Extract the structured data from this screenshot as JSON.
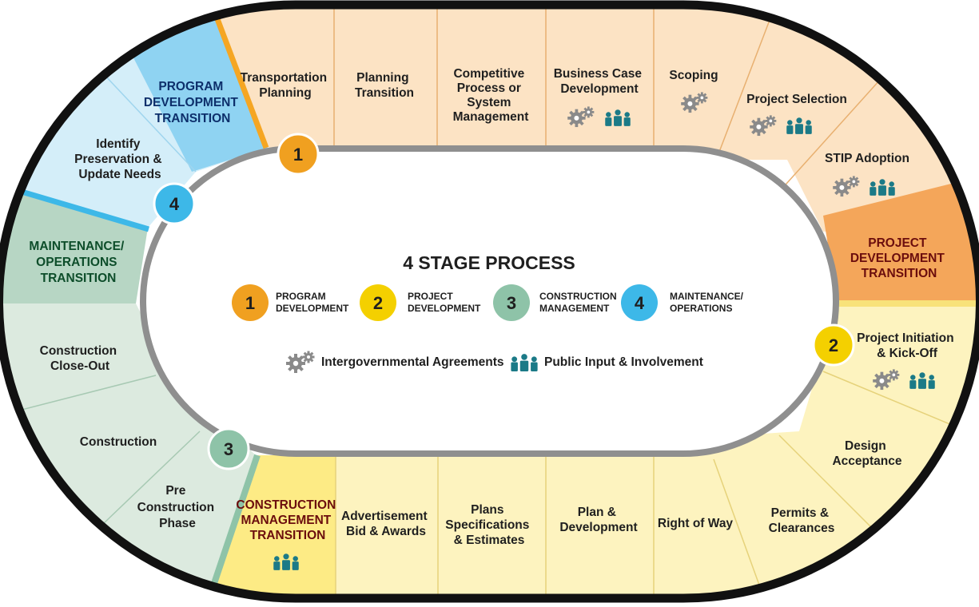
{
  "title": "4 STAGE PROCESS",
  "legend": [
    {
      "number": "1",
      "lines": [
        "PROGRAM",
        "DEVELOPMENT"
      ],
      "color": "#F0A020"
    },
    {
      "number": "2",
      "lines": [
        "PROJECT",
        "DEVELOPMENT"
      ],
      "color": "#F4D000"
    },
    {
      "number": "3",
      "lines": [
        "CONSTRUCTION",
        "MANAGEMENT"
      ],
      "color": "#8EC3A8"
    },
    {
      "number": "4",
      "lines": [
        "MAINTENANCE/",
        "OPERATIONS"
      ],
      "color": "#3DB8E8"
    }
  ],
  "icon_key": [
    {
      "icon": "gears-icon",
      "label": "Intergovernmental Agreements"
    },
    {
      "icon": "people-icon",
      "label": "Public Input & Involvement"
    }
  ],
  "stage_badges": [
    "1",
    "2",
    "3",
    "4"
  ],
  "segments": {
    "transportation_planning": [
      "Transportation",
      "Planning"
    ],
    "planning_transition": [
      "Planning",
      "Transition"
    ],
    "competitive_process": [
      "Competitive",
      "Process or",
      "System",
      "Management"
    ],
    "business_case": [
      "Business Case",
      "Development"
    ],
    "scoping": [
      "Scoping"
    ],
    "project_selection": [
      "Project Selection"
    ],
    "stip_adoption": [
      "STIP Adoption"
    ],
    "project_development_transition": [
      "PROJECT",
      "DEVELOPMENT",
      "TRANSITION"
    ],
    "project_initiation": [
      "Project Initiation",
      "& Kick-Off"
    ],
    "design_acceptance": [
      "Design",
      "Acceptance"
    ],
    "permits": [
      "Permits &",
      "Clearances"
    ],
    "right_of_way": [
      "Right of Way"
    ],
    "plan_development": [
      "Plan &",
      "Development"
    ],
    "plans_specs": [
      "Plans",
      "Specifications",
      "& Estimates"
    ],
    "advertisement": [
      "Advertisement",
      "Bid & Awards"
    ],
    "construction_mgmt_transition": [
      "CONSTRUCTION",
      "MANAGEMENT",
      "TRANSITION"
    ],
    "pre_construction": [
      "Pre",
      "Construction",
      "Phase"
    ],
    "construction": [
      "Construction"
    ],
    "closeout": [
      "Construction",
      "Close-Out"
    ],
    "maintenance_transition": [
      "MAINTENANCE/",
      "OPERATIONS",
      "TRANSITION"
    ],
    "identify_preservation": [
      "Identify",
      "Preservation &",
      "Update Needs"
    ],
    "program_development_transition": [
      "PROGRAM",
      "DEVELOPMENT",
      "TRANSITION"
    ]
  },
  "colors": {
    "orange_light": "#FCE3C4",
    "orange_mid": "#F9C98A",
    "orange_dark": "#F4A65A",
    "yellow_light": "#FDF3BF",
    "yellow_mid": "#FDEB85",
    "green_light": "#DCEADF",
    "green_mid": "#B7D6C4",
    "blue_light": "#D4EEF9",
    "blue_mid": "#8FD3F2",
    "gear": "#8A8A8A",
    "people": "#1B7A87"
  }
}
